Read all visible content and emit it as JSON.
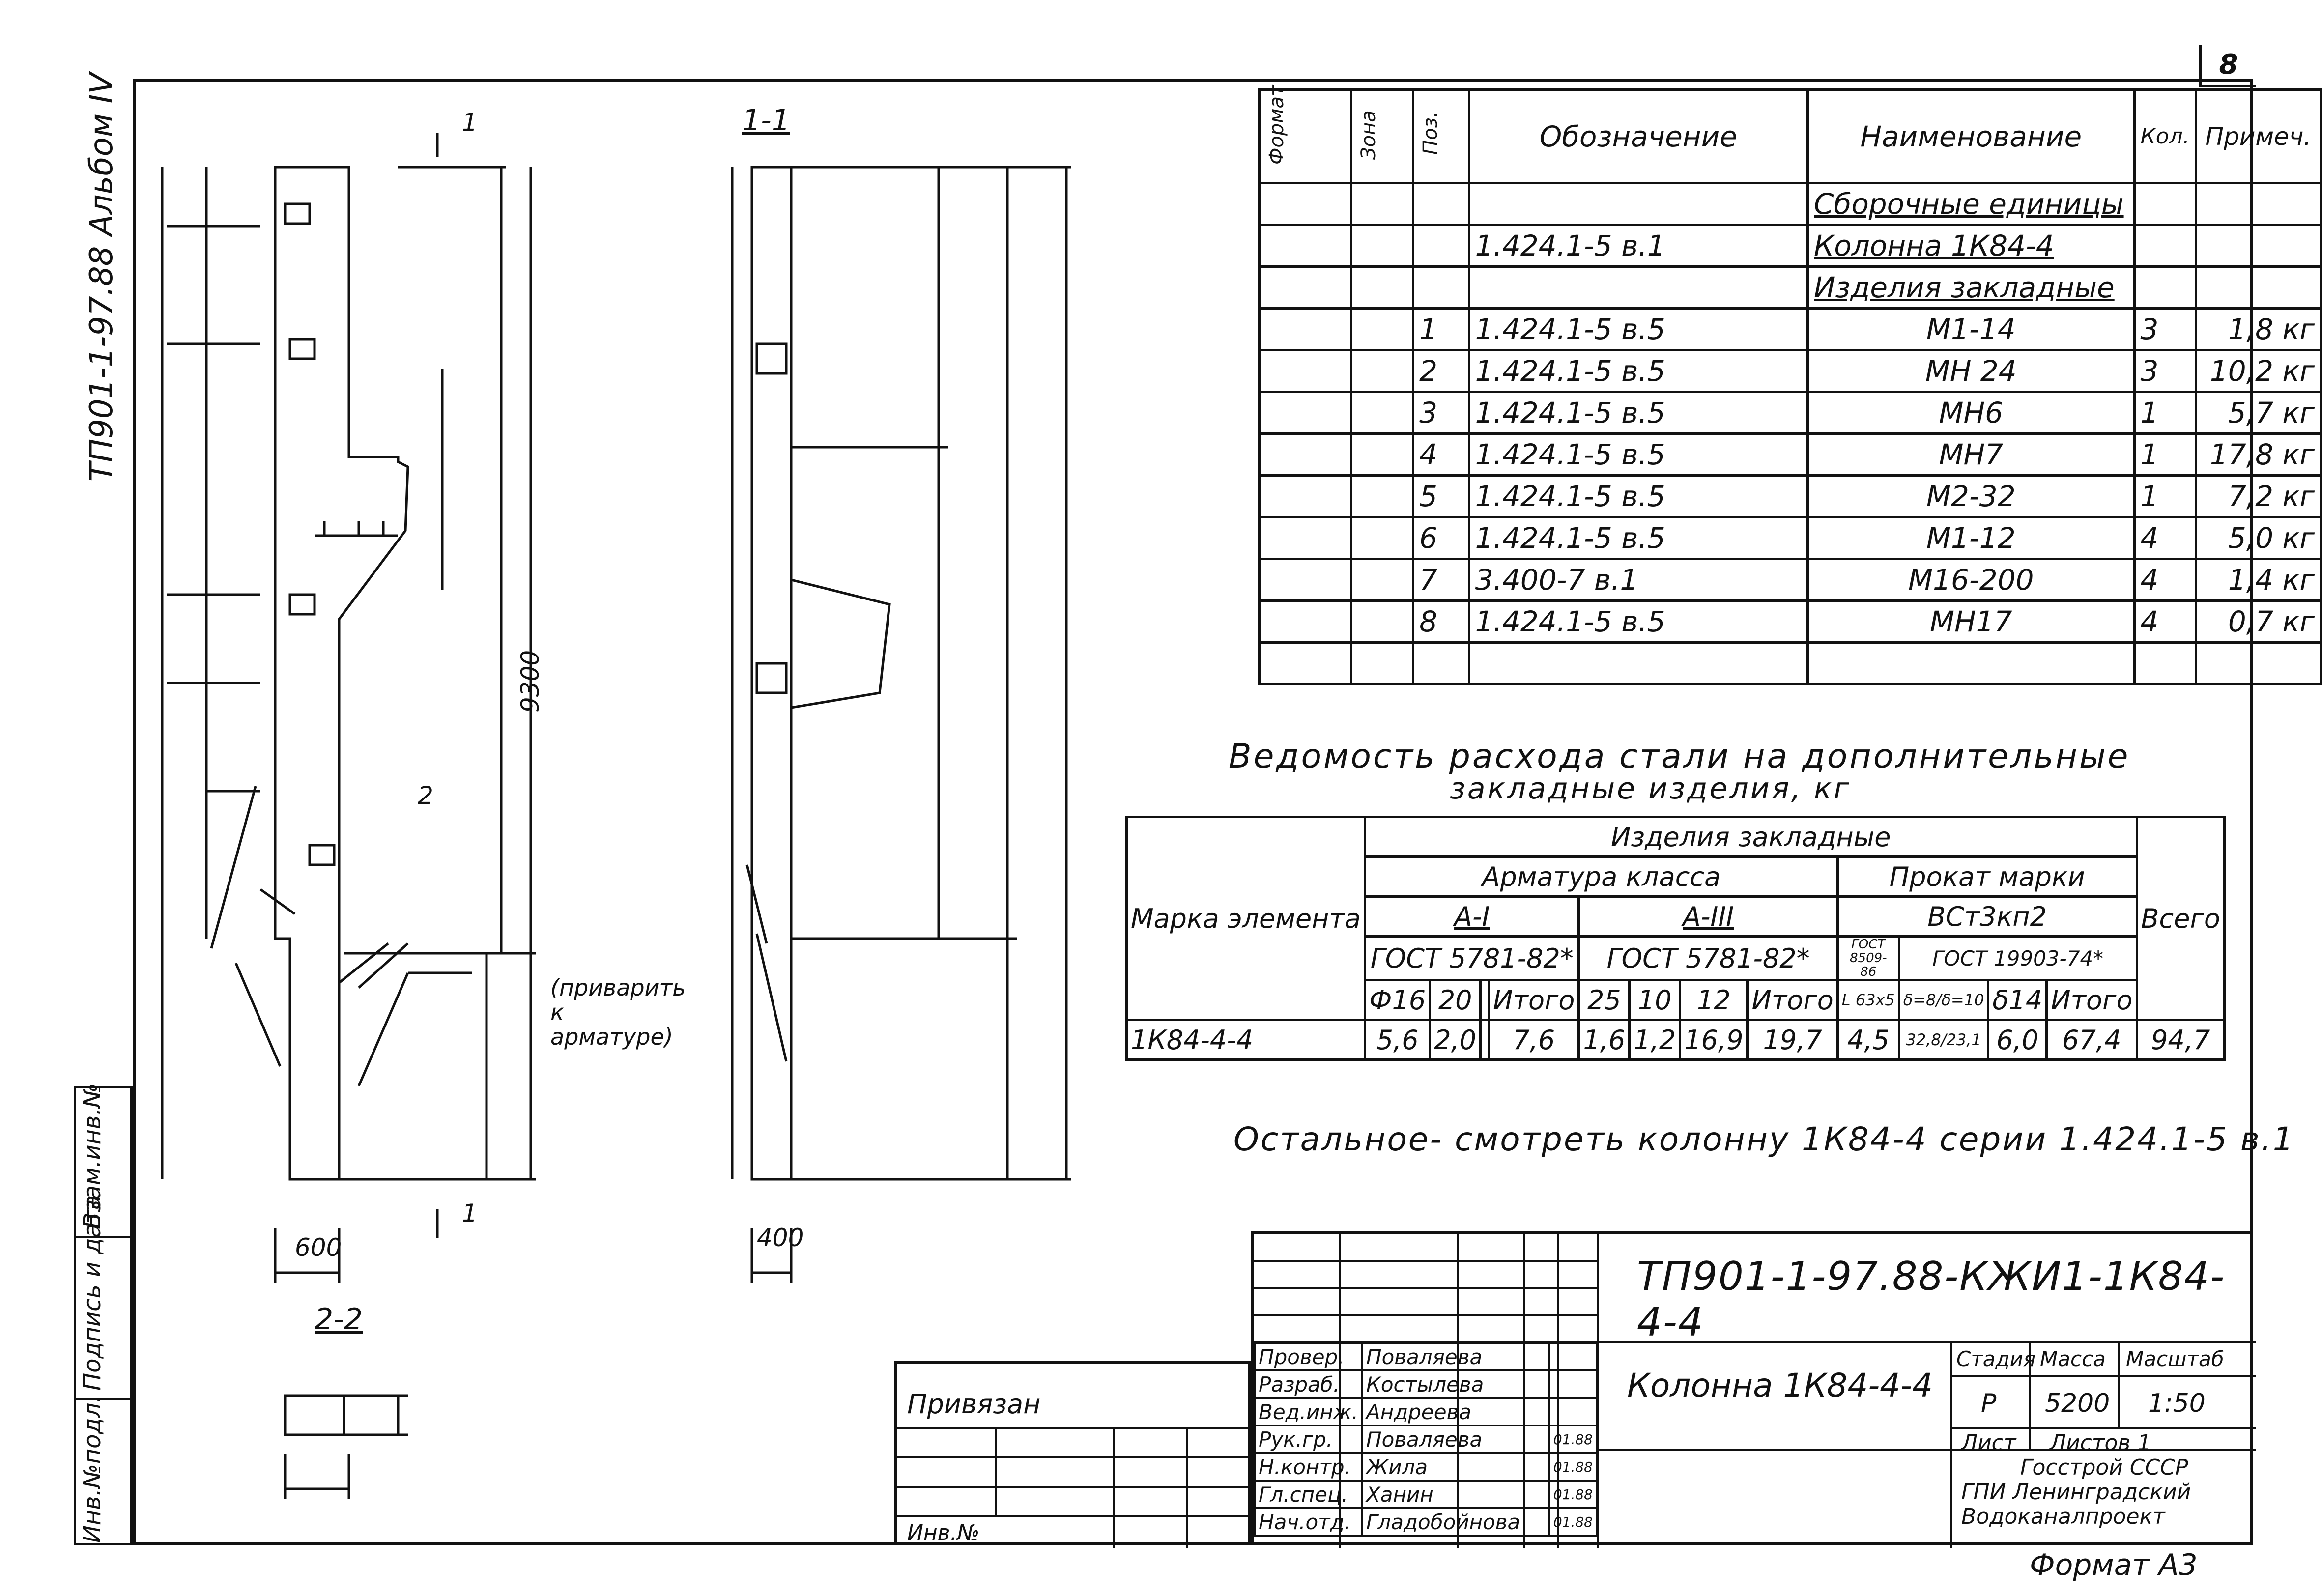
{
  "page_number": "8",
  "album_label": "ТП901-1-97.88 Альбом IV",
  "left_strip": [
    "Инв.№подл.",
    "Подпись и дата",
    "Взам.инв.№"
  ],
  "spec_table": {
    "headers": [
      "Формат",
      "Зона",
      "Поз.",
      "Обозначение",
      "Наименование",
      "Кол.",
      "Примеч."
    ],
    "rows": [
      {
        "pos": "",
        "designation": "",
        "name": "Сборочные единицы",
        "qty": "",
        "note": ""
      },
      {
        "pos": "",
        "designation": "1.424.1-5  в.1",
        "name": "Колонна  1К84-4",
        "qty": "",
        "note": ""
      },
      {
        "pos": "",
        "designation": "",
        "name": "Изделия закладные",
        "qty": "",
        "note": ""
      },
      {
        "pos": "1",
        "designation": "1.424.1-5  в.5",
        "name": "М1-14",
        "qty": "3",
        "note": "1,8 кг"
      },
      {
        "pos": "2",
        "designation": "1.424.1-5  в.5",
        "name": "МН 24",
        "qty": "3",
        "note": "10,2 кг"
      },
      {
        "pos": "3",
        "designation": "1.424.1-5  в.5",
        "name": "МН6",
        "qty": "1",
        "note": "5,7 кг"
      },
      {
        "pos": "4",
        "designation": "1.424.1-5  в.5",
        "name": "МН7",
        "qty": "1",
        "note": "17,8 кг"
      },
      {
        "pos": "5",
        "designation": "1.424.1-5  в.5",
        "name": "М2-32",
        "qty": "1",
        "note": "7,2 кг"
      },
      {
        "pos": "6",
        "designation": "1.424.1-5  в.5",
        "name": "М1-12",
        "qty": "4",
        "note": "5,0 кг"
      },
      {
        "pos": "7",
        "designation": "3.400-7  в.1",
        "name": "М16-200",
        "qty": "4",
        "note": "1,4 кг"
      },
      {
        "pos": "8",
        "designation": "1.424.1-5  в.5",
        "name": "МН17",
        "qty": "4",
        "note": "0,7 кг"
      },
      {
        "pos": "",
        "designation": "",
        "name": "",
        "qty": "",
        "note": ""
      }
    ]
  },
  "steel_title_1": "Ведомость  расхода  стали  на  дополнительные",
  "steel_title_2": "закладные  изделия, кг",
  "steel_table": {
    "mark_header": "Марка элемента",
    "group_header": "Изделия  закладные",
    "armature_header": "Арматура  класса",
    "prokat_header": "Прокат  марки",
    "total_header": "Всего",
    "class_a1": "А-I",
    "class_a3": "А-III",
    "steel_grade": "ВСт3кп2",
    "gost_a1": "ГОСТ 5781-82*",
    "gost_a3": "ГОСТ 5781-82*",
    "gost_8509": "ГОСТ 8509-86",
    "gost_19903": "ГОСТ 19903-74*",
    "sub_a1": [
      "Ф16",
      "20",
      "",
      "Итого"
    ],
    "sub_a3": [
      "25",
      "10",
      "12",
      "Итого"
    ],
    "sub_prokat": [
      "L 63х5",
      "δ=8/δ=10",
      "δ14",
      "Итого"
    ],
    "row": {
      "mark": "1К84-4-4",
      "a1": [
        "5,6",
        "2,0",
        "",
        "7,6"
      ],
      "a3": [
        "1,6",
        "1,2",
        "16,9",
        "19,7"
      ],
      "prokat": [
        "4,5",
        "32,8/23,1",
        "6,0",
        "67,4"
      ],
      "total": "94,7"
    }
  },
  "note_text": "Остальное- смотреть  колонну 1К84-4  серии 1.424.1-5 в.1",
  "title_block": {
    "doc_code": "ТП901-1-97.88-КЖИ1-1К84-4-4",
    "title": "Колонна 1К84-4-4",
    "stage_label": "Стадия",
    "mass_label": "Масса",
    "scale_label": "Масштаб",
    "stage": "Р",
    "mass": "5200",
    "scale": "1:50",
    "sheet_label": "Лист",
    "sheets_label": "Листов 1",
    "org": [
      "Госстрой СССР",
      "ГПИ Ленинградский",
      "Водоканалпроект"
    ],
    "staff": [
      {
        "role": "Провер.",
        "name": "Поваляева",
        "date": ""
      },
      {
        "role": "Разраб.",
        "name": "Костылева",
        "date": ""
      },
      {
        "role": "Вед.инж.",
        "name": "Андреева",
        "date": ""
      },
      {
        "role": "Рук.гр.",
        "name": "Поваляева",
        "date": "01.88"
      },
      {
        "role": "Н.контр.",
        "name": "Жила",
        "date": "01.88"
      },
      {
        "role": "Гл.спец.",
        "name": "Ханин",
        "date": "01.88"
      },
      {
        "role": "Нач.отд.",
        "name": "Гладобойнова",
        "date": "01.88"
      }
    ],
    "privyazan": "Привязан",
    "inv_no": "Инв.№"
  },
  "format_label": "Формат А3",
  "drawing_labels": {
    "section_1_1": "1-1",
    "section_2_2": "2-2",
    "cut_mark_1": "1",
    "cut_mark_2": "2",
    "weld_note": "(приварить к арматуре)",
    "width_600": "600",
    "width_400": "400",
    "height_9300": "9300"
  }
}
